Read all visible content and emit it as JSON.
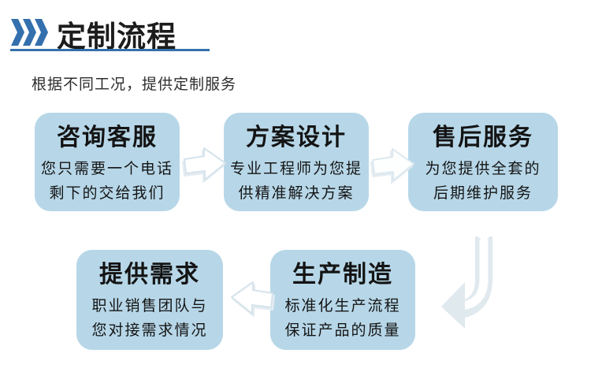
{
  "page": {
    "title": "定制流程",
    "subtitle": "根据不同工况，提供定制服务"
  },
  "colors": {
    "accent_blue": "#3470ad",
    "box_fill": "#b7d7e8",
    "arrow_fill": "#ffffff",
    "arrow_outline": "#d5e3eb",
    "curved_arrow_fill": "#dfe9ee"
  },
  "icons": {
    "header_chevrons": "triple-chevron-right",
    "flow_arrow_1": "arrow-right",
    "flow_arrow_2": "arrow-right",
    "flow_arrow_3": "arrow-curved-down-left",
    "flow_arrow_4": "arrow-left"
  },
  "steps": [
    {
      "id": "consult",
      "title": "咨询客服",
      "desc_line1": "您只需要一个电话",
      "desc_line2": "剩下的交给我们"
    },
    {
      "id": "design",
      "title": "方案设计",
      "desc_line1": "专业工程师为您提",
      "desc_line2": "供精准解决方案"
    },
    {
      "id": "aftersales",
      "title": "售后服务",
      "desc_line1": "为您提供全套的",
      "desc_line2": "后期维护服务"
    },
    {
      "id": "requirements",
      "title": "提供需求",
      "desc_line1": "职业销售团队与",
      "desc_line2": "您对接需求情况"
    },
    {
      "id": "production",
      "title": "生产制造",
      "desc_line1": "标准化生产流程",
      "desc_line2": "保证产品的质量"
    }
  ]
}
